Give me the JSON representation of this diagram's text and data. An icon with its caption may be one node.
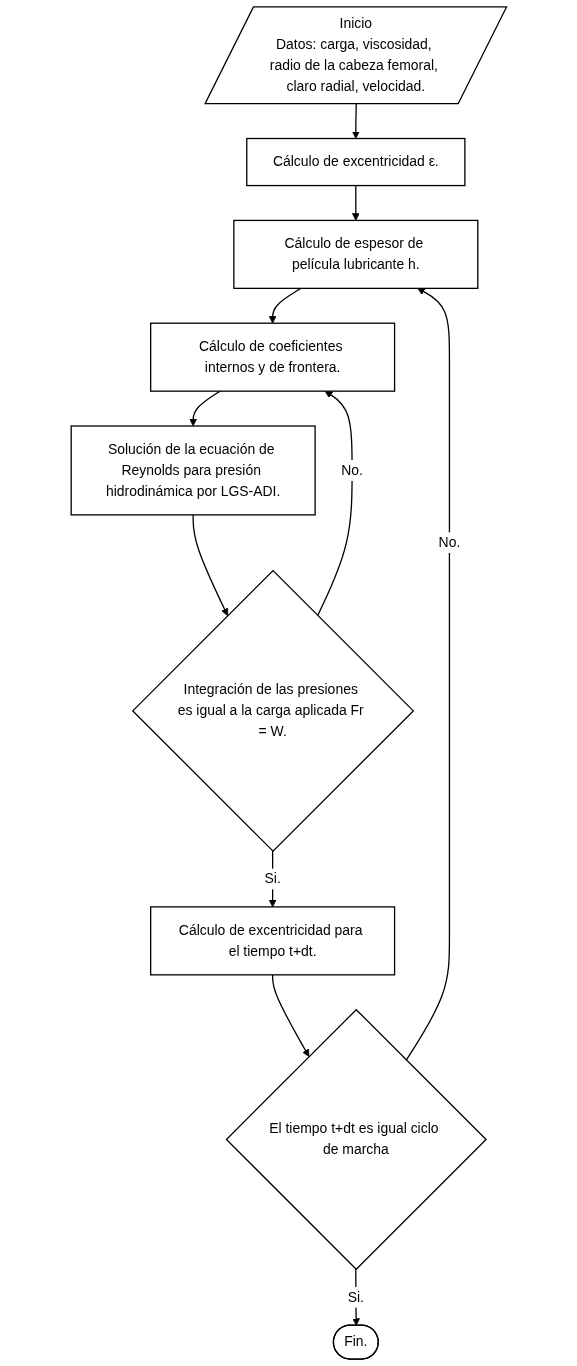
{
  "diagram": {
    "nodes": [
      {
        "text": [
          "Inicio",
          "Datos: carga, viscosidad, radio de la cabeza femoral, claro radial, velocidad."
        ]
      },
      {
        "text": [
          "Cálculo de excentricidad ε."
        ]
      },
      {
        "text": [
          "Cálculo de espesor de película lubricante h."
        ]
      },
      {
        "text": [
          "Cálculo de coeficientes internos y de frontera."
        ]
      },
      {
        "text": [
          "Solución de la ecuación de Reynolds para presión hidrodinámica por LGS-ADI."
        ]
      },
      {
        "text": [
          "Integración de las presiones es igual a la carga aplicada Fr = W."
        ]
      },
      {
        "text": [
          "Cálculo de excentricidad para el tiempo t+dt."
        ]
      },
      {
        "text": [
          "El tiempo t+dt es igual ciclo de marcha"
        ]
      },
      {
        "text": [
          "Fin."
        ]
      }
    ],
    "edges": [
      {
        "from": 0,
        "to": 1,
        "arrow": "to"
      },
      {
        "from": 1,
        "to": 2,
        "arrow": "to"
      },
      {
        "from": 2,
        "to": 3,
        "arrow": "to"
      },
      {
        "from": 3,
        "to": 4,
        "arrow": "to"
      },
      {
        "from": 4,
        "to": 5,
        "arrow": "to"
      },
      {
        "from": 5,
        "to": 3,
        "arrow": "to",
        "label": "No."
      },
      {
        "from": 5,
        "to": 6,
        "arrow": "to",
        "label": "Si."
      },
      {
        "from": 6,
        "to": 7,
        "arrow": "to"
      },
      {
        "from": 7,
        "to": 2,
        "arrow": "to",
        "label": "No."
      },
      {
        "from": 7,
        "to": 8,
        "arrow": "to",
        "label": "Si."
      }
    ]
  }
}
